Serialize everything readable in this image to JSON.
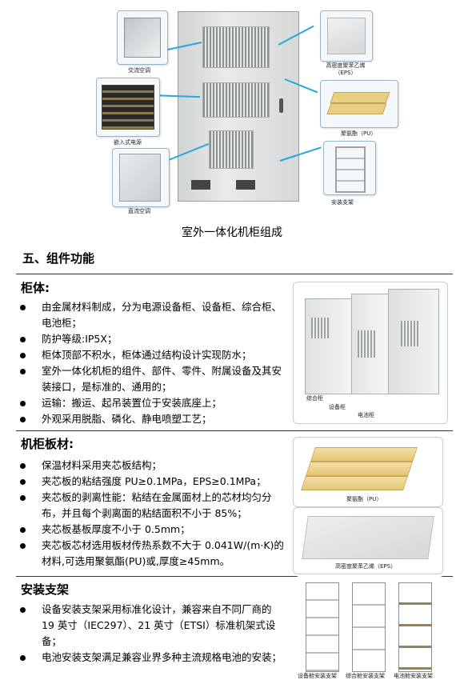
{
  "figure": {
    "labels": {
      "ac": "交流空调",
      "embedded_ac": "嵌入式电源",
      "dc_ac": "直流空调",
      "eps": "高密度聚苯乙烯（EPS）",
      "pu": "聚氨酯（PU）",
      "rack": "安装支架"
    },
    "title": "室外一体化机柜组成"
  },
  "section_heading": "五、组件功能",
  "cabinet": {
    "title": "柜体:",
    "items": [
      "由金属材料制成，分为电源设备柜、设备柜、综合柜、电池柜；",
      "防护等级:IP5X；",
      "柜体顶部不积水，柜体通过结构设计实现防水；",
      "室外一体化机柜的组件、部件、零件、附属设备及其安装接口，是标准的、通用的；",
      "运输：搬运、起吊装置位于安装底座上；",
      "外观采用脱脂、磷化、静电喷塑工艺；"
    ],
    "photo_labels": [
      "综合柜",
      "设备柜",
      "电池柜"
    ]
  },
  "panel": {
    "title": "机柜板材:",
    "items": [
      "保温材料采用夹芯板结构；",
      "夹芯板的粘结强度 PU≥0.1MPa，EPS≥0.1MPa；",
      "夹芯板的剥离性能：粘结在金属面材上的芯材均匀分布，并且每个剥离面的粘结面积不小于 85%；",
      "夹芯板基板厚度不小于 0.5mm；",
      "夹芯板芯材选用板材传热系数不大于 0.041W/(m·K)的材料,可选用聚氨酯(PU)或,厚度≥45mm。"
    ],
    "photo_labels": [
      "聚氨酯（PU）",
      "高密度聚苯乙烯（EPS）"
    ]
  },
  "bracket": {
    "title": "安装支架",
    "items": [
      "设备安装支架采用标准化设计，兼容来自不同厂商的 19 英寸（IEC297）、21 英寸（ETSI）标准机架式设备；",
      "电池安装支架满足兼容业界多种主流规格电池的安装；"
    ],
    "photo_labels": [
      "设备舱安装支架",
      "综合舱安装支架",
      "电池舱安装支架"
    ]
  }
}
